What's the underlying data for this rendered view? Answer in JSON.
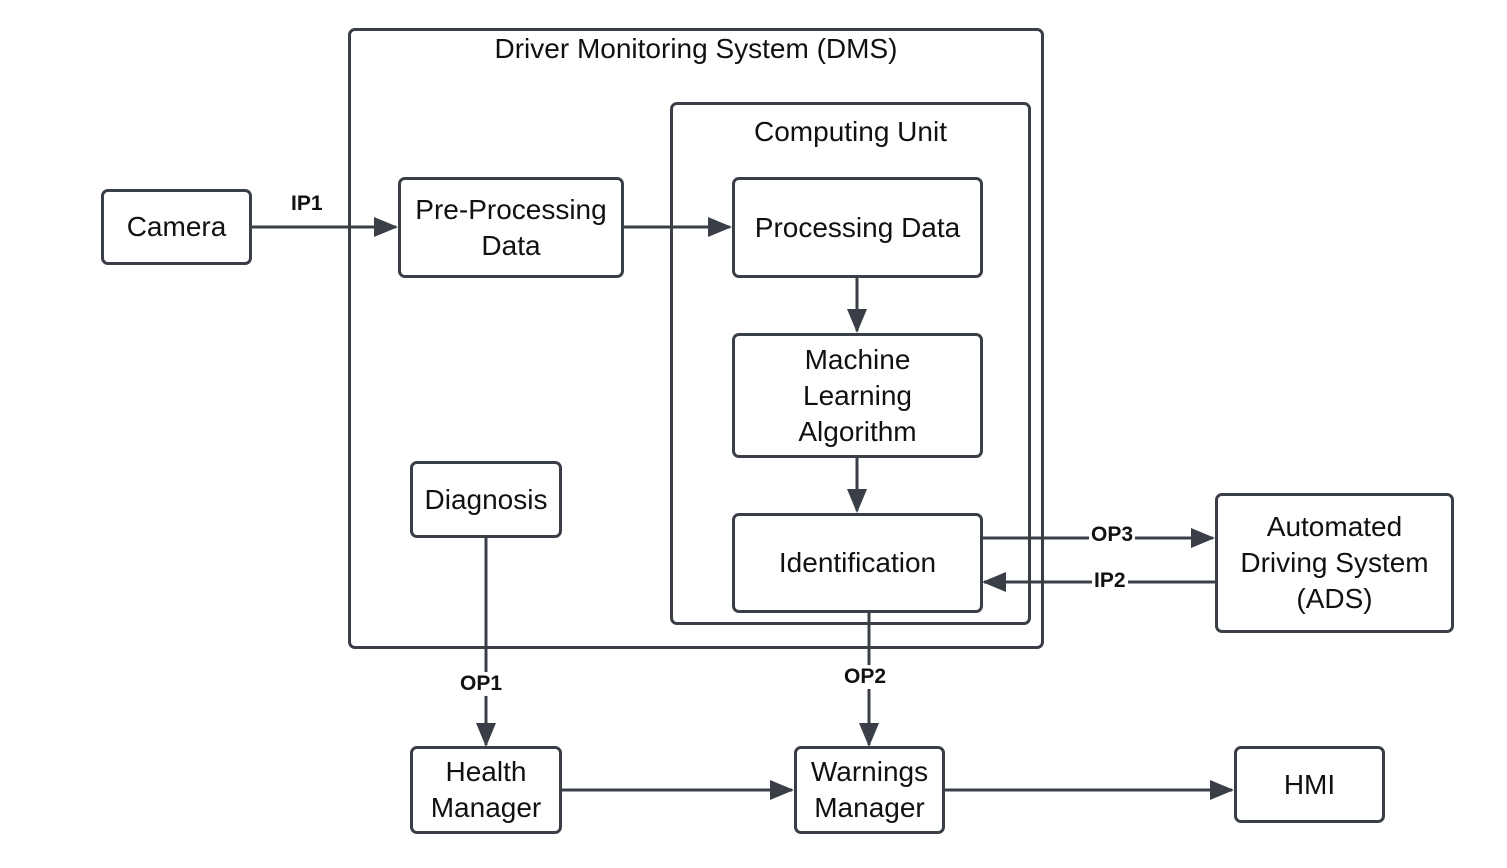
{
  "diagram": {
    "containers": {
      "dms": {
        "title": "Driver Monitoring System (DMS)"
      },
      "computing_unit": {
        "title": "Computing Unit"
      }
    },
    "nodes": {
      "camera": "Camera",
      "preprocessing": "Pre-Processing\nData",
      "processing": "Processing Data",
      "ml_algorithm": "Machine\nLearning\nAlgorithm",
      "identification": "Identification",
      "diagnosis": "Diagnosis",
      "ads": "Automated\nDriving System\n(ADS)",
      "health_manager": "Health\nManager",
      "warnings_manager": "Warnings\nManager",
      "hmi": "HMI"
    },
    "edge_labels": {
      "ip1": "IP1",
      "op1": "OP1",
      "op2": "OP2",
      "op3": "OP3",
      "ip2": "IP2"
    },
    "colors": {
      "stroke": "#3a3f47",
      "text": "#111111",
      "background": "#ffffff"
    }
  }
}
